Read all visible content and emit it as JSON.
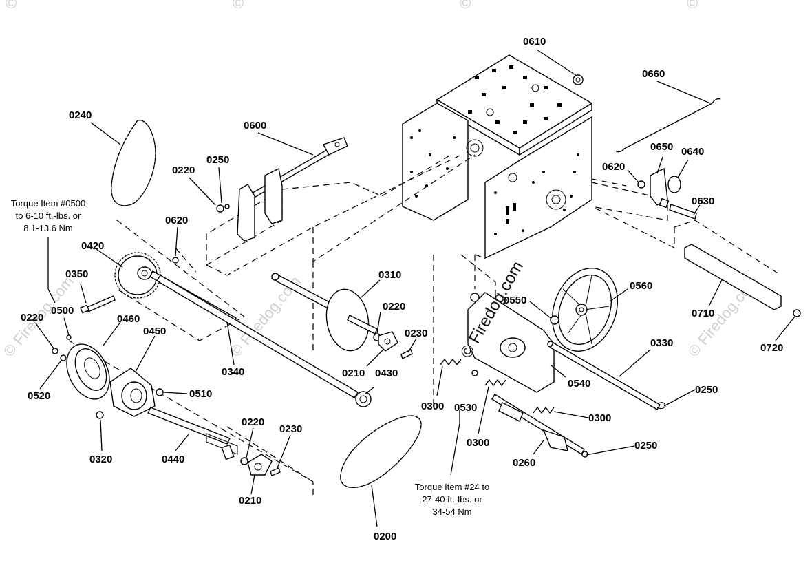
{
  "diagram": {
    "parts": {
      "p0610": "0610",
      "p0660": "0660",
      "p0240": "0240",
      "p0600": "0600",
      "p0250a": "0250",
      "p0220a": "0220",
      "p0650": "0650",
      "p0640": "0640",
      "p0620a": "0620",
      "p0630": "0630",
      "p0620b": "0620",
      "p0420": "0420",
      "p0350": "0350",
      "p0500": "0500",
      "p0220b": "0220",
      "p0460": "0460",
      "p0450": "0450",
      "p0520": "0520",
      "p0510": "0510",
      "p0320": "0320",
      "p0440": "0440",
      "p0340": "0340",
      "p0310": "0310",
      "p0220c": "0220",
      "p0230a": "0230",
      "p0210a": "0210",
      "p0430": "0430",
      "p0220d": "0220",
      "p0230b": "0230",
      "p0210b": "0210",
      "p0200": "0200",
      "p0300a": "0300",
      "p0530": "0530",
      "p0300b": "0300",
      "p0550": "0550",
      "p0560": "0560",
      "p0540": "0540",
      "p0300c": "0300",
      "p0260": "0260",
      "p0330": "0330",
      "p0250b": "0250",
      "p0250c": "0250",
      "p0710": "0710",
      "p0720": "0720"
    },
    "notes": {
      "torque_0500_line1": "Torque Item #0500",
      "torque_0500_line2": "to 6-10 ft.-lbs. or",
      "torque_0500_line3": "8.1-13.6 Nm",
      "torque_24_line1": "Torque Item #24 to",
      "torque_24_line2": "27-40 ft.-lbs. or",
      "torque_24_line3": "34-54 Nm"
    },
    "watermark": {
      "main": "© Firedog.com",
      "faint": "© Firedog.com",
      "corner": "©"
    }
  }
}
